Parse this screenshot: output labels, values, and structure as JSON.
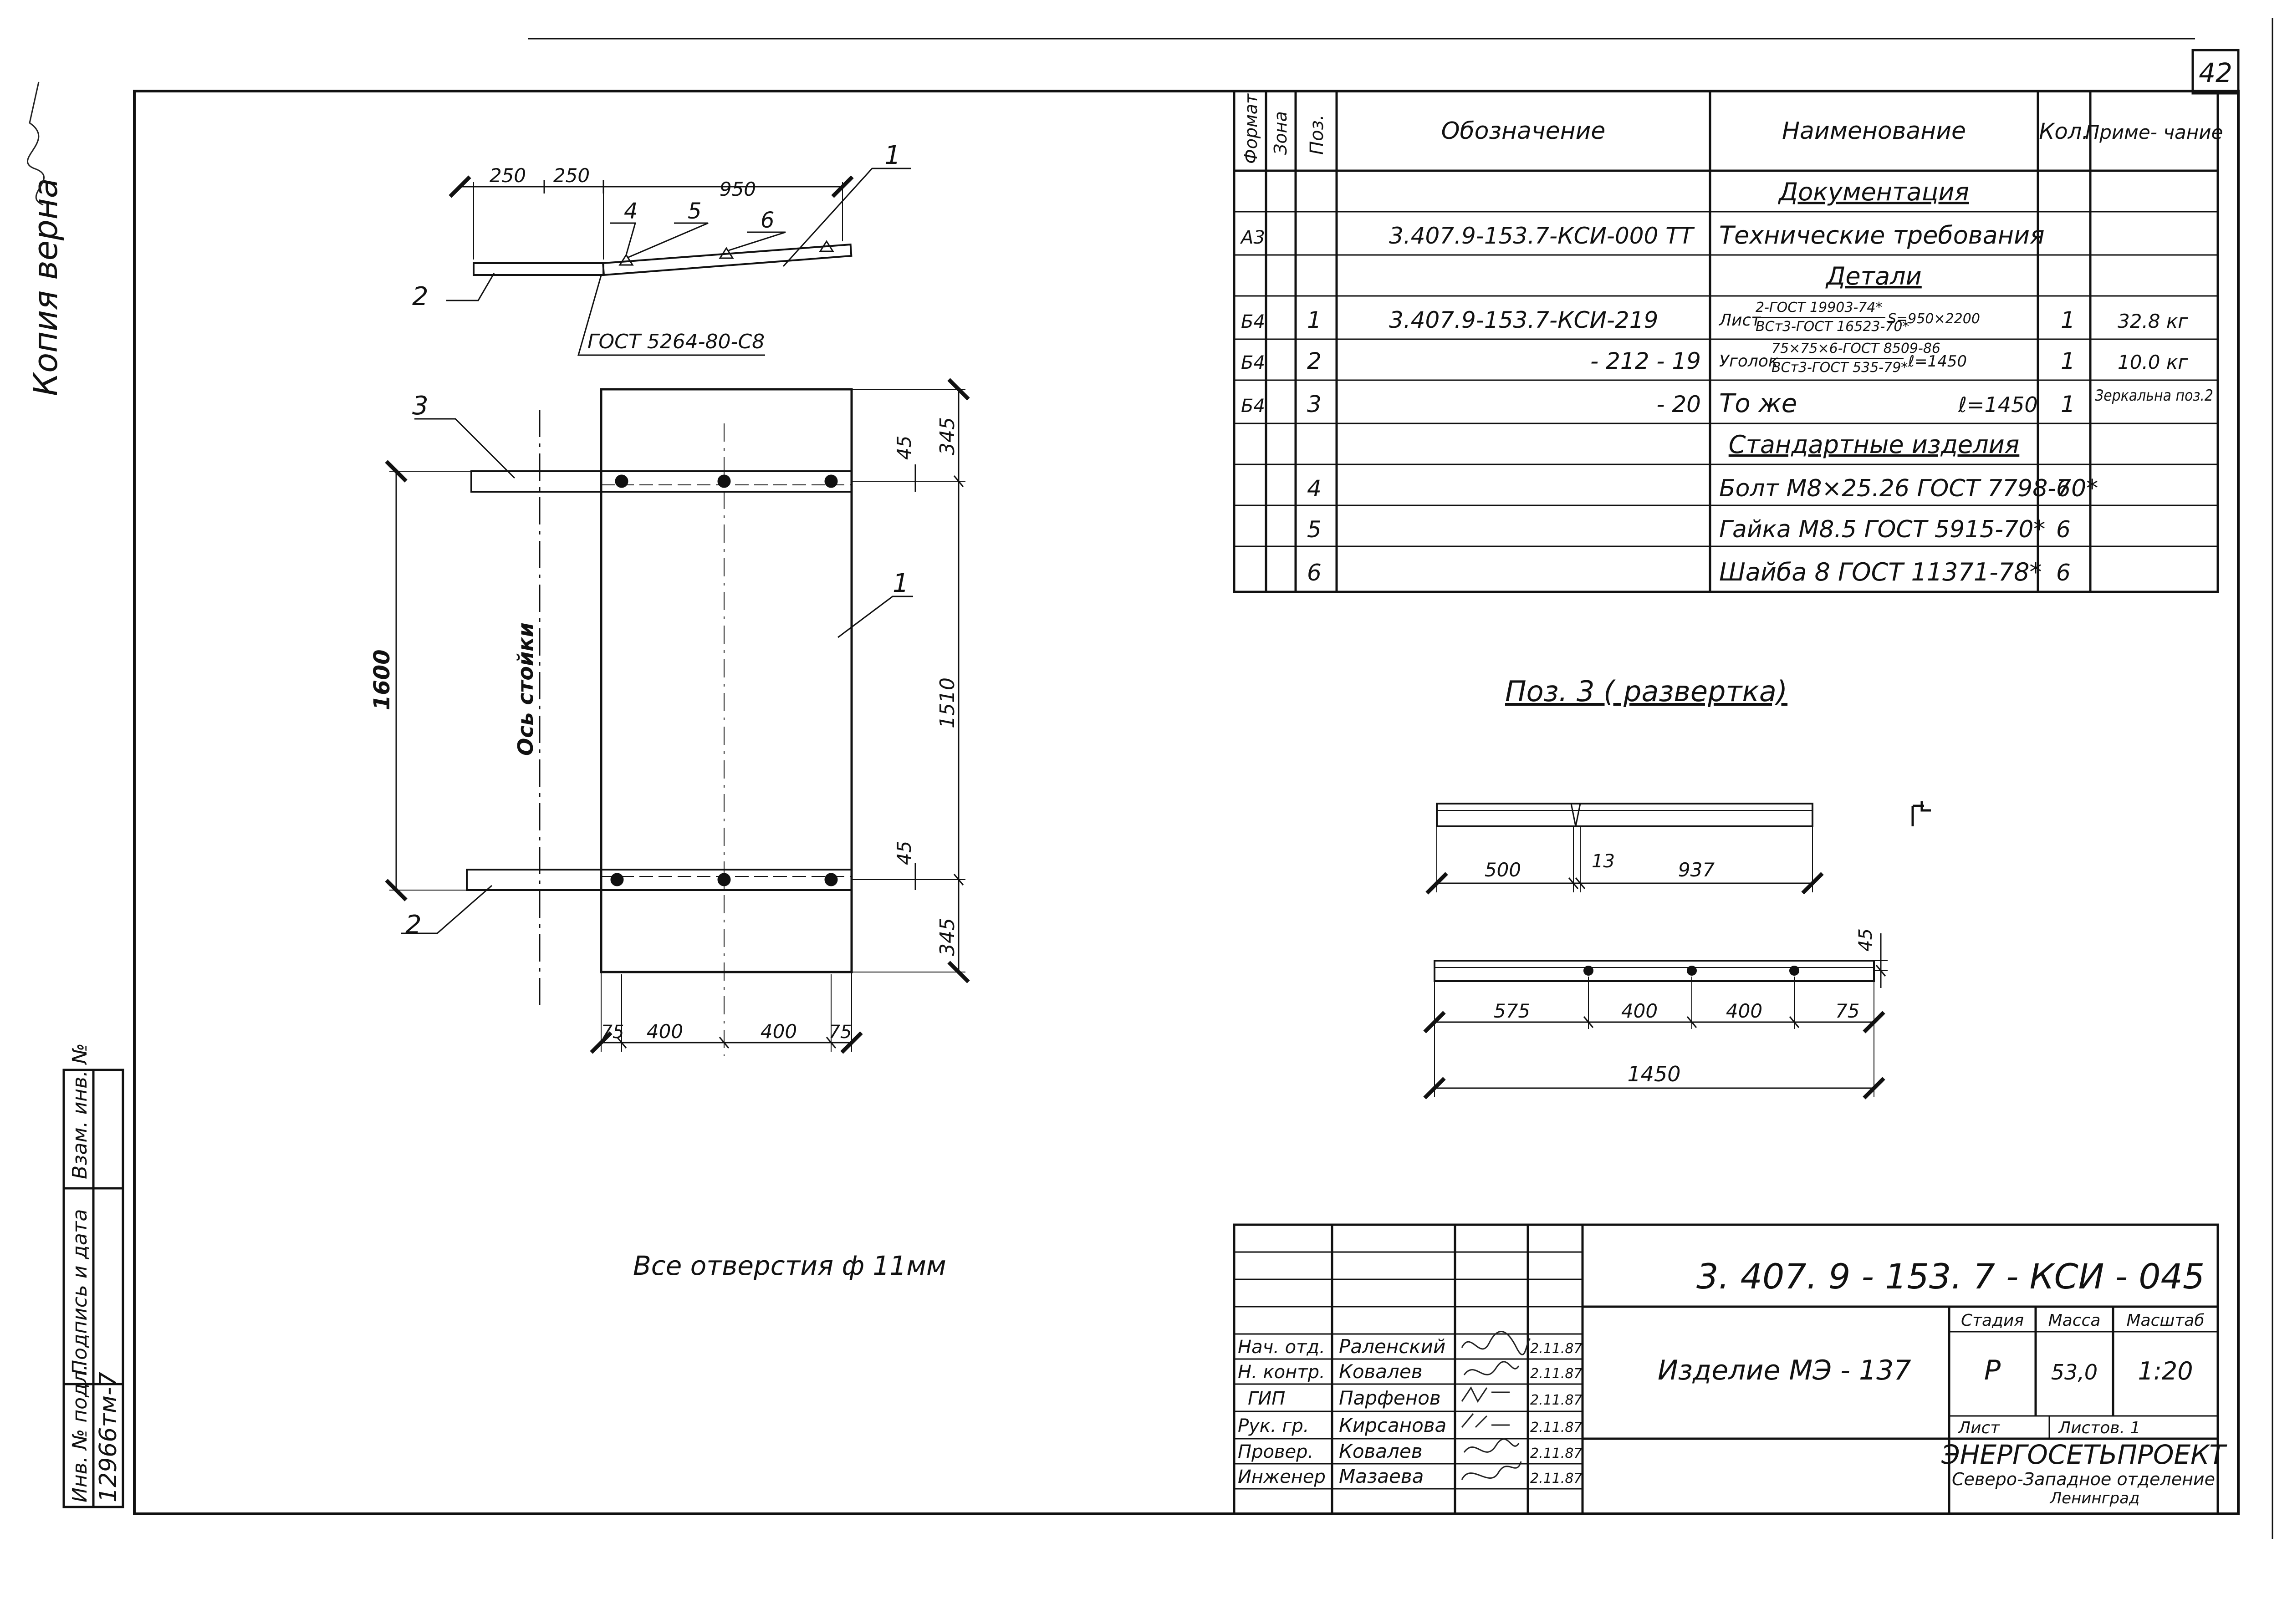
{
  "sheet": {
    "number": "42",
    "stamp_copy": "Копия верна",
    "stamp_signature": "✓"
  },
  "left_block": {
    "inv_label": "Инв. № подл.",
    "inv_value": "12966тм-7",
    "sign_label": "Подпись и дата",
    "vzam_label": "Взам. инв. №"
  },
  "spec_table": {
    "headers": [
      "Формат",
      "Зона",
      "Поз.",
      "Обозначение",
      "Наименование",
      "Кол.",
      "Приме- чание"
    ],
    "sections": {
      "docs": "Документация",
      "details": "Детали",
      "standard": "Стандартные изделия"
    },
    "rows": {
      "doc1": {
        "format": "А3",
        "designation": "3.407.9-153.7-КСИ-000 ТТ",
        "name": "Технические требования"
      },
      "d1": {
        "format": "Б4",
        "pos": "1",
        "designation": "3.407.9-153.7-КСИ-219",
        "name_prefix": "Лист",
        "name_top": "2-ГОСТ 19903-74*",
        "name_bottom": "ВСт3-ГОСТ 16523-70*",
        "name_suffix": "S=950×2200",
        "qty": "1",
        "note": "32.8 кг"
      },
      "d2": {
        "format": "Б4",
        "pos": "2",
        "designation": "- 212 - 19",
        "name_prefix": "Уголок",
        "name_top": "75×75×6-ГОСТ 8509-86",
        "name_bottom": "ВСт3-ГОСТ 535-79*",
        "name_suffix": "ℓ=1450",
        "qty": "1",
        "note": "10.0 кг"
      },
      "d3": {
        "format": "Б4",
        "pos": "3",
        "designation": "- 20",
        "name": "То же",
        "name_suffix": "ℓ=1450",
        "qty": "1",
        "note": "Зеркальна поз.2"
      },
      "s4": {
        "pos": "4",
        "name": "Болт М8×25.26 ГОСТ 7798-70*",
        "qty": "6"
      },
      "s5": {
        "pos": "5",
        "name": "Гайка М8.5 ГОСТ 5915-70*",
        "qty": "6"
      },
      "s6": {
        "pos": "6",
        "name": "Шайба 8 ГОСТ 11371-78*",
        "qty": "6"
      }
    }
  },
  "drawing": {
    "top_dims": [
      "250",
      "250",
      "950"
    ],
    "top_leaders": [
      "1",
      "2",
      "4",
      "5",
      "6"
    ],
    "weld_note": "ГОСТ 5264-80-С8",
    "plan_leaders": [
      "3",
      "1",
      "2"
    ],
    "dim_1600": "1600",
    "axis_label": "Ось стойки",
    "dim_345_top": "345",
    "dim_45_top": "45",
    "dim_1510": "1510",
    "dim_45_bot": "45",
    "dim_345_bot": "345",
    "bottom_dims": [
      "75",
      "400",
      "400",
      "75"
    ],
    "holes_note": "Все отверстия ф 11мм"
  },
  "unfold": {
    "title": "Поз. 3 ( развертка)",
    "dims_top": [
      "500",
      "13",
      "937"
    ],
    "dims_bottom": [
      "575",
      "400",
      "400",
      "75"
    ],
    "dim_total": "1450",
    "dim_45": "45"
  },
  "title_block": {
    "code": "3. 407. 9 - 153. 7 - КСИ - 045",
    "item_name": "Изделие МЭ - 137",
    "stage_label": "Стадия",
    "mass_label": "Масса",
    "scale_label": "Масштаб",
    "stage": "Р",
    "mass": "53,0",
    "scale": "1:20",
    "sheet_label": "Лист",
    "sheets_label": "Листов. 1",
    "org": "ЭНЕРГОСЕТЬПРОЕКТ",
    "org_sub1": "Северо-Западное отделение",
    "org_sub2": "Ленинград",
    "signers": [
      {
        "role": "Нач. отд.",
        "name": "Раленский",
        "date": "2.11.87"
      },
      {
        "role": "Н. контр.",
        "name": "Ковалев",
        "date": "2.11.87"
      },
      {
        "role": "ГИП",
        "name": "Парфенов",
        "date": "2.11.87"
      },
      {
        "role": "Рук. гр.",
        "name": "Кирсанова",
        "date": "2.11.87"
      },
      {
        "role": "Провер.",
        "name": "Ковалев",
        "date": "2.11.87"
      },
      {
        "role": "Инженер",
        "name": "Мазаева",
        "date": "2.11.87"
      }
    ]
  }
}
